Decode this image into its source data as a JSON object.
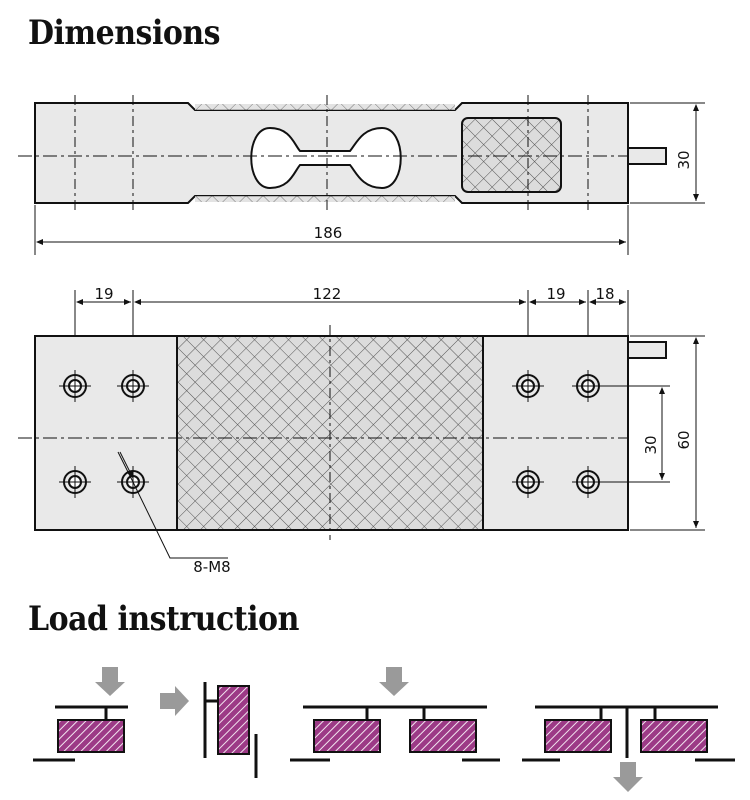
{
  "headings": {
    "dimensions": "Dimensions",
    "load_instruction": "Load instruction"
  },
  "top_view": {
    "length_label": "186",
    "height_label": "30"
  },
  "front_view": {
    "dims_top": [
      "19",
      "122",
      "19",
      "18"
    ],
    "inner_height_label": "30",
    "outer_height_label": "60",
    "hole_callout": "8-M8"
  },
  "colors": {
    "body_fill": "#e9e9e9",
    "hatch_fill": "#d6d6d6",
    "load_block": "#9c3a86",
    "arrow": "#9a9a9a",
    "line": "#111111"
  },
  "icons": [
    "arrow-down-icon",
    "arrow-right-icon",
    "arrow-down-icon",
    "arrow-down-icon"
  ]
}
